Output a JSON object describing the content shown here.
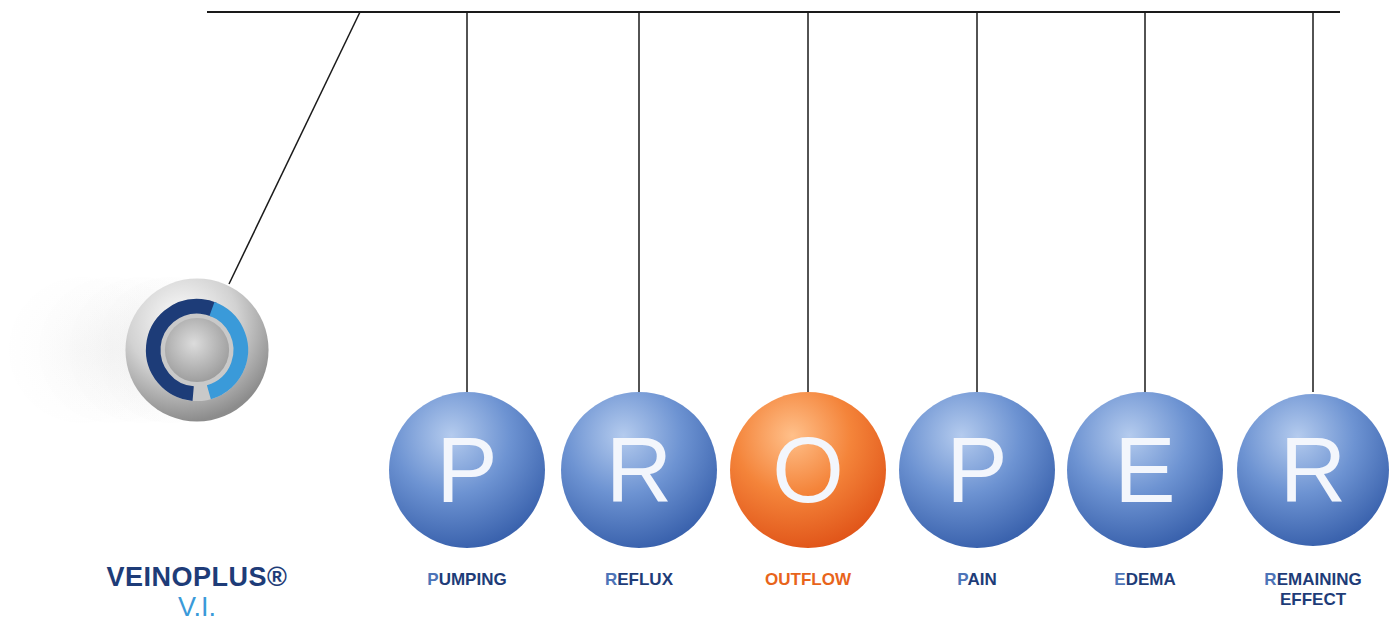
{
  "diagram": {
    "nodes": [
      {
        "text": [
          "VEINOPLUS®",
          "V.I."
        ]
      },
      {
        "text": [
          "P",
          "PUMPING"
        ]
      },
      {
        "text": [
          "R",
          "REFLUX"
        ]
      },
      {
        "text": [
          "O",
          "OUTFLOW"
        ]
      },
      {
        "text": [
          "P",
          "PAIN"
        ]
      },
      {
        "text": [
          "E",
          "EDEMA"
        ]
      },
      {
        "text": [
          "R",
          "REMAINING EFFECT"
        ]
      }
    ]
  }
}
